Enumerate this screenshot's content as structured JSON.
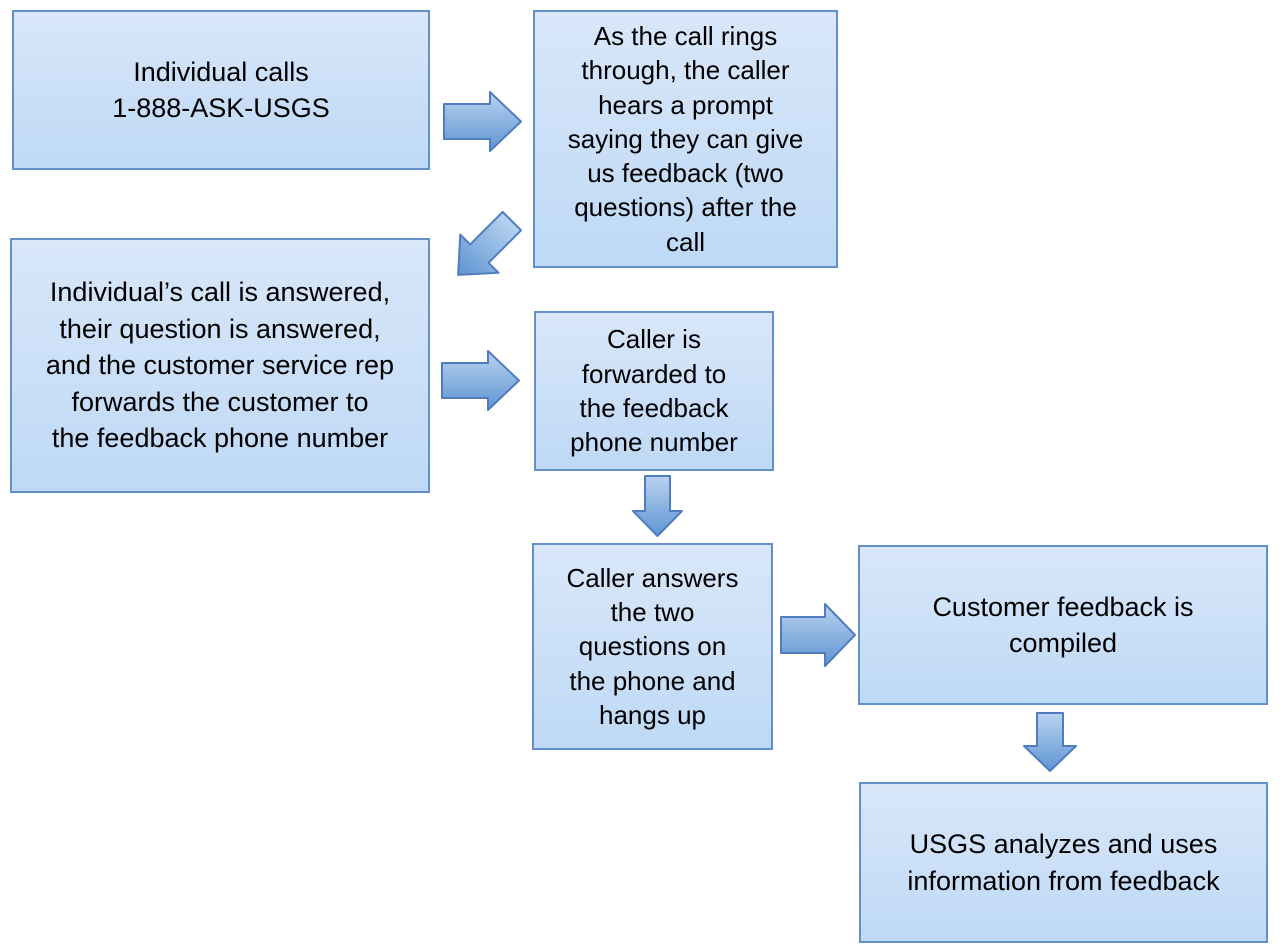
{
  "diagram": {
    "description": "Flowchart of the 1-888-ASK-USGS customer feedback call process",
    "colors": {
      "background": "#ffffff",
      "box_fill_top": "#d9e7f9",
      "box_fill_bottom": "#bed9f6",
      "box_border": "#6490c8",
      "arrow_fill_light": "#bad3ef",
      "arrow_fill_dark": "#5e95d3",
      "arrow_border": "#4f7dc0",
      "text": "#000000"
    },
    "nodes": {
      "individual_calls": {
        "text": "Individual calls\n1-888-ASK-USGS"
      },
      "call_rings_through": {
        "text": "As the call rings\nthrough, the caller\nhears a prompt\nsaying they can give\nus feedback (two\nquestions) after the\ncall"
      },
      "call_answered": {
        "text": "Individual’s call is answered,\ntheir question is answered,\nand the customer service rep\nforwards the customer to\nthe feedback phone number"
      },
      "caller_forwarded": {
        "text": "Caller is\nforwarded to\nthe feedback\nphone number"
      },
      "caller_answers": {
        "text": "Caller answers\nthe two\nquestions on\nthe phone and\nhangs up"
      },
      "feedback_compiled": {
        "text": "Customer feedback is\ncompiled"
      },
      "usgs_analyzes": {
        "text": "USGS analyzes and uses\ninformation from feedback"
      }
    },
    "connectors": [
      {
        "from": "individual_calls",
        "to": "call_rings_through",
        "direction": "right"
      },
      {
        "from": "call_rings_through",
        "to": "call_answered",
        "direction": "down-left"
      },
      {
        "from": "call_answered",
        "to": "caller_forwarded",
        "direction": "right"
      },
      {
        "from": "caller_forwarded",
        "to": "caller_answers",
        "direction": "down"
      },
      {
        "from": "caller_answers",
        "to": "feedback_compiled",
        "direction": "right"
      },
      {
        "from": "feedback_compiled",
        "to": "usgs_analyzes",
        "direction": "down"
      }
    ]
  }
}
